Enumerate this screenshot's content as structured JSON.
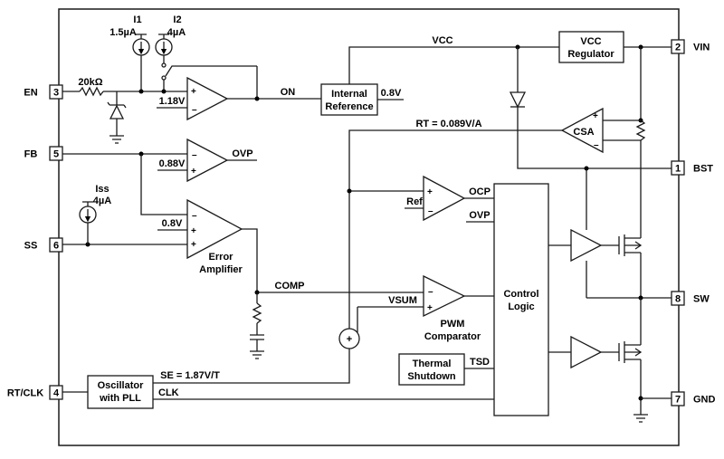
{
  "pins": {
    "en": {
      "num": "3",
      "label": "EN"
    },
    "fb": {
      "num": "5",
      "label": "FB"
    },
    "ss": {
      "num": "6",
      "label": "SS"
    },
    "rtclk": {
      "num": "4",
      "label": "RT/CLK"
    },
    "vin": {
      "num": "2",
      "label": "VIN"
    },
    "bst": {
      "num": "1",
      "label": "BST"
    },
    "sw": {
      "num": "8",
      "label": "SW"
    },
    "gnd": {
      "num": "7",
      "label": "GND"
    }
  },
  "sources": {
    "i1_name": "I1",
    "i1_value": "1.5µA",
    "i2_name": "I2",
    "i2_value": "4µA",
    "iss_name": "Iss",
    "iss_value": "4µA"
  },
  "labels": {
    "resistor_20k": "20kΩ",
    "en_ref": "1.18V",
    "on": "ON",
    "ref_out": "0.8V",
    "vcc": "VCC",
    "rt": "RT = 0.089V/A",
    "ovp_ref": "0.88V",
    "ovp_out": "OVP",
    "ea_ref": "0.8V",
    "comp": "COMP",
    "ocp_ref": "Ref",
    "ocp_out": "OCP",
    "ovp_in": "OVP",
    "vsum": "VSUM",
    "se": "SE = 1.87V/T",
    "clk": "CLK",
    "tsd": "TSD",
    "summer": "+"
  },
  "blocks": {
    "internal_ref_1": "Internal",
    "internal_ref_2": "Reference",
    "vcc_reg_1": "VCC",
    "vcc_reg_2": "Regulator",
    "csa": "CSA",
    "error_amp_1": "Error",
    "error_amp_2": "Amplifier",
    "pwm_1": "PWM",
    "pwm_2": "Comparator",
    "control_1": "Control",
    "control_2": "Logic",
    "thermal_1": "Thermal",
    "thermal_2": "Shutdown",
    "osc_1": "Oscillator",
    "osc_2": "with PLL"
  }
}
